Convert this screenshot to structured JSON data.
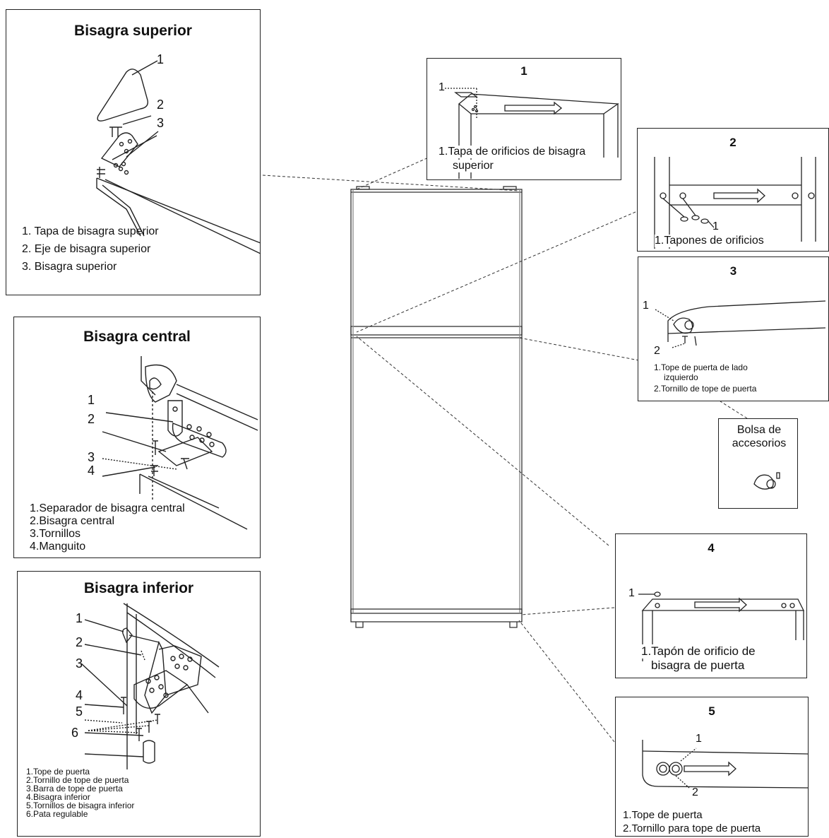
{
  "boxes": {
    "upper": {
      "title": "Bisagra superior",
      "callouts": [
        "1",
        "2",
        "3"
      ],
      "legend": [
        "1. Tapa de bisagra superior",
        "2. Eje de bisagra superior",
        "3. Bisagra superior"
      ]
    },
    "central": {
      "title": "Bisagra central",
      "callouts": [
        "1",
        "2",
        "3",
        "4"
      ],
      "legend": [
        "1.Separador de bisagra central",
        "2.Bisagra central",
        "3.Tornillos",
        "4.Manguito"
      ]
    },
    "lower": {
      "title": "Bisagra inferior",
      "callouts": [
        "1",
        "2",
        "3",
        "4",
        "5",
        "6"
      ],
      "legend": [
        "1.Tope de puerta",
        "2.Tornillo de tope de puerta",
        "3.Barra de tope de puerta",
        "4.Bisagra inferior",
        "5.Tornillos de bisagra inferior",
        "6.Pata regulable"
      ]
    },
    "step1": {
      "title": "1",
      "callout": "1",
      "legend": [
        "1.Tapa de orificios de bisagra",
        "superior"
      ]
    },
    "step2": {
      "title": "2",
      "callout": "1",
      "legend": [
        "1.Tapones de orificios"
      ]
    },
    "step3": {
      "title": "3",
      "callouts": [
        "1",
        "2"
      ],
      "legend": [
        "1.Tope de puerta de lado",
        "izquierdo",
        "2.Tornillo de tope de puerta"
      ]
    },
    "bag": {
      "title": "Bolsa de accesorios"
    },
    "step4": {
      "title": "4",
      "callout": "1",
      "legend": [
        "1.Tapón de orificio de",
        "bisagra de puerta"
      ]
    },
    "step5": {
      "title": "5",
      "callouts": [
        "1",
        "2"
      ],
      "legend": [
        "1.Tope de puerta",
        "2.Tornillo para tope de puerta"
      ]
    }
  }
}
